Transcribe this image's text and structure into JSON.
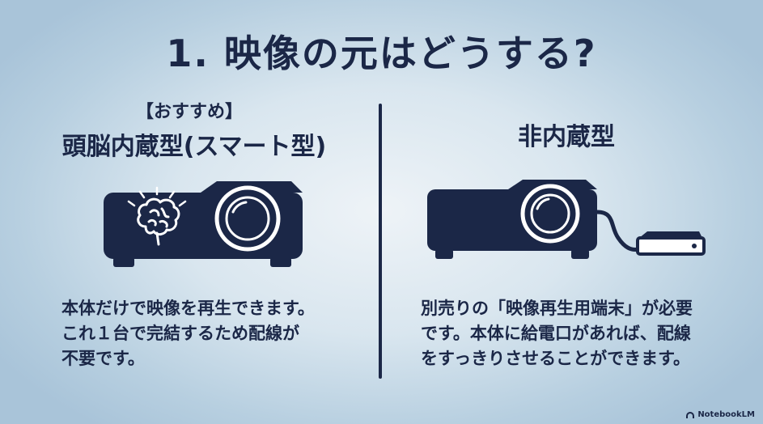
{
  "title": "1. 映像の元はどうする?",
  "left": {
    "badge": "【おすすめ】",
    "heading": "頭脳内蔵型(スマート型)",
    "illustration_icon": "smart-projector-with-brain-icon",
    "description": "本体だけで映像を再生できます。\nこれ１台で完結するため配線が\n不要です。"
  },
  "right": {
    "heading": "非内蔵型",
    "illustration_icon": "projector-with-external-device-icon",
    "description": "別売りの「映像再生用端末」が必要\nです。本体に給電口があれば、配線\nをすっきりさせることができます。"
  },
  "footer": {
    "credit": "NotebookLM"
  },
  "colors": {
    "ink": "#1b2747",
    "background": "#d9e6ef"
  }
}
